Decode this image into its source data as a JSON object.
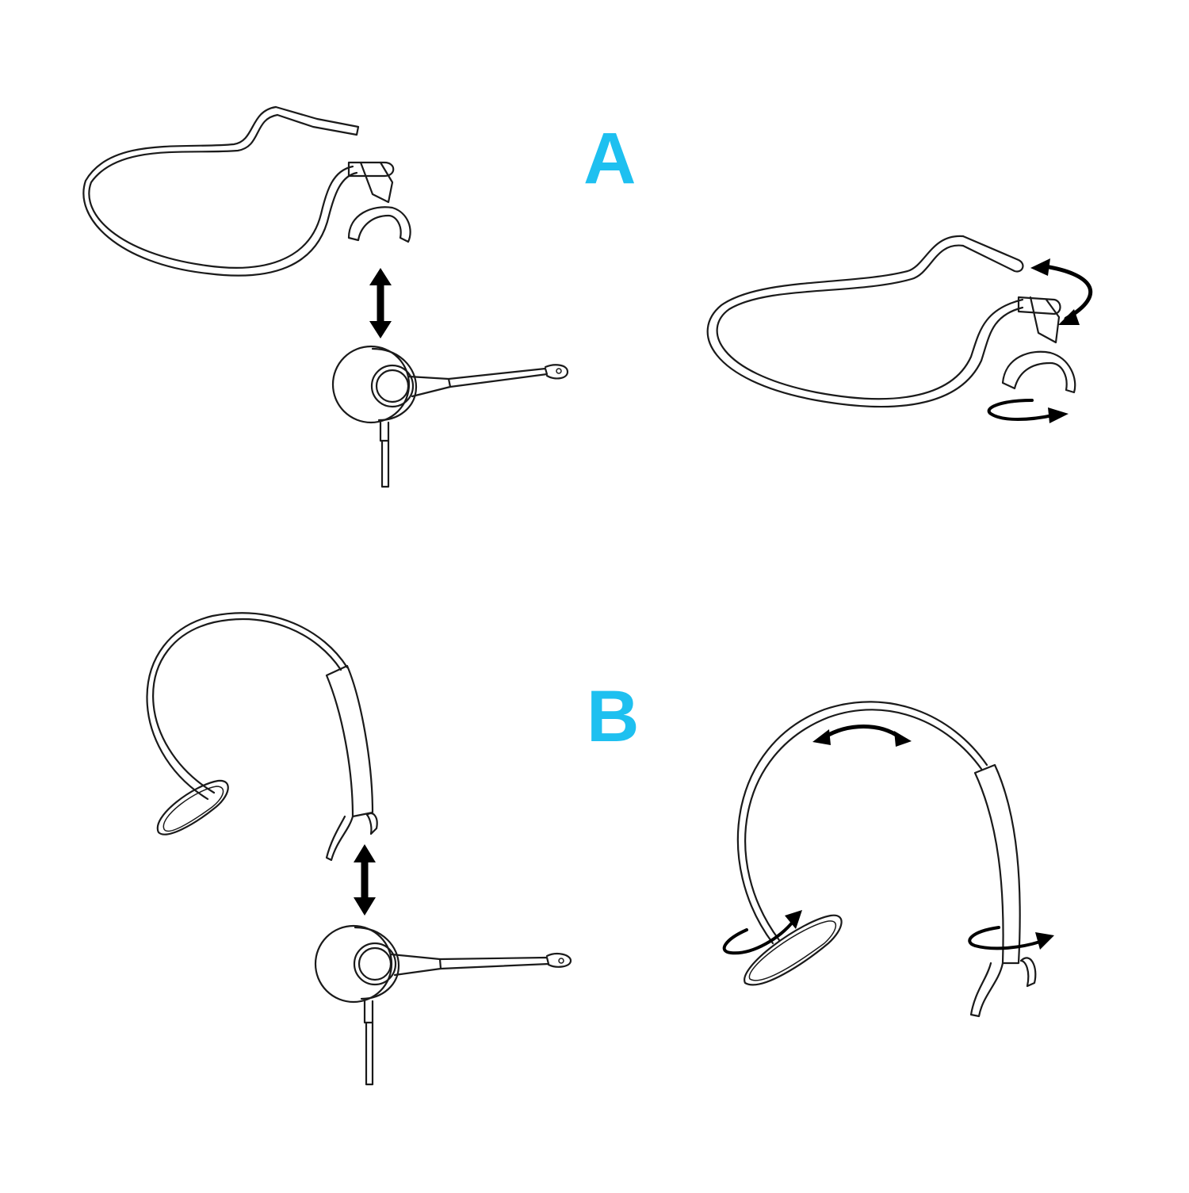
{
  "diagram": {
    "type": "instruction-illustration",
    "subject": "Headset wearing styles assembly",
    "accent_color": "#1ec0f0",
    "line_color": "#1a1a1a",
    "background": "#ffffff",
    "sections": [
      {
        "label": "A",
        "style": "neckband",
        "steps": [
          {
            "part": "neckband with clip",
            "action": "attach / detach earpiece",
            "arrow": "vertical double arrow"
          },
          {
            "part": "earpiece with boom microphone and cable"
          },
          {
            "part": "assembled neckband",
            "arrows": [
              "curved double arrow: pivot boom end",
              "rotation arrow: rotate clip"
            ]
          }
        ]
      },
      {
        "label": "B",
        "style": "headband",
        "steps": [
          {
            "part": "headband with clip",
            "action": "attach / detach earpiece",
            "arrow": "vertical double arrow"
          },
          {
            "part": "earpiece with boom microphone and cable"
          },
          {
            "part": "assembled headband",
            "arrows": [
              "curved double arrow: adjust band length",
              "rotation arrow: rotate head pad",
              "rotation arrow: rotate clip"
            ]
          }
        ]
      }
    ]
  }
}
